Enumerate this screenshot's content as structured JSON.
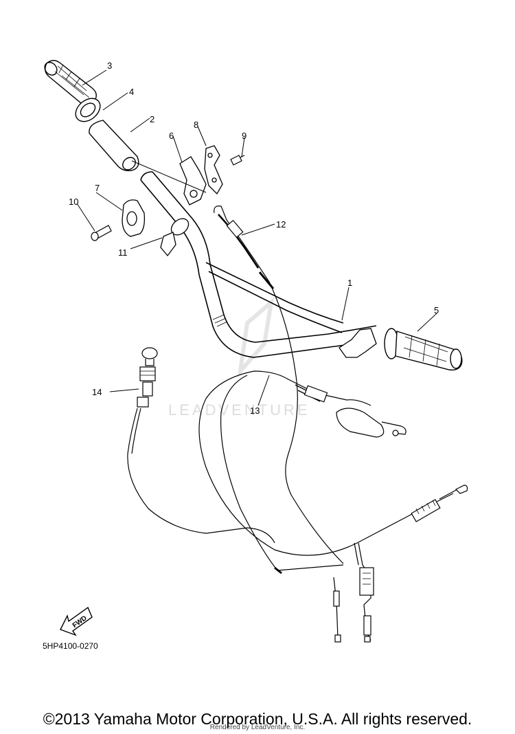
{
  "diagram": {
    "callouts": [
      "1",
      "2",
      "3",
      "4",
      "5",
      "6",
      "7",
      "8",
      "9",
      "10",
      "11",
      "12",
      "13",
      "14"
    ],
    "fwd_label": "FWD",
    "part_code": "5HP4100-0270",
    "watermark": "LEADVENTURE"
  },
  "footer": {
    "copyright": "©2013 Yamaha Motor Corporation, U.S.A. All rights reserved.",
    "rendered_by": "Rendered by LeadVenture, Inc."
  }
}
